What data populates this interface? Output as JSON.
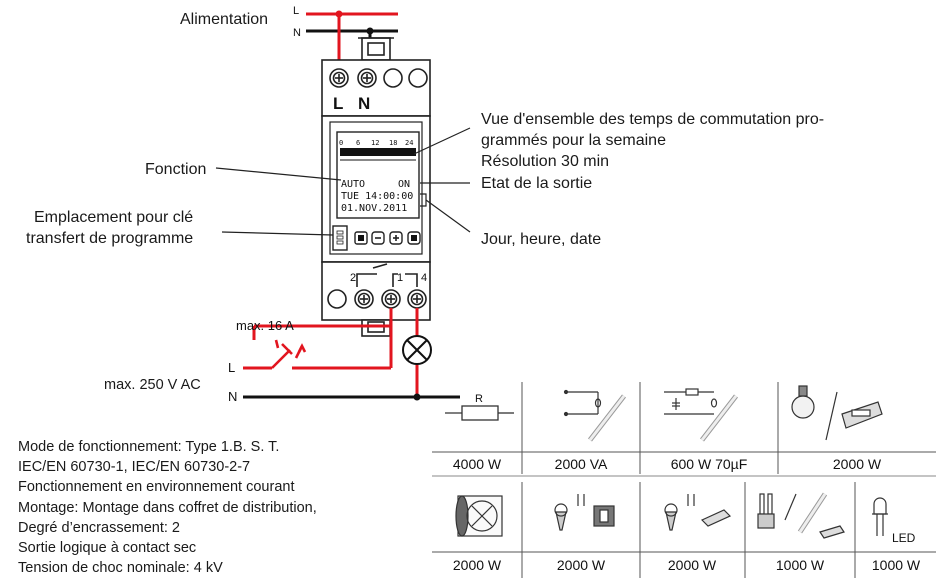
{
  "labels": {
    "supply": "Alimentation",
    "L": "L",
    "N": "N",
    "terminal_L": "L",
    "terminal_N": "N",
    "overview_1": "Vue d'ensemble des temps de commutation pro-",
    "overview_2": "grammés pour la semaine",
    "resolution": "Résolution 30 min",
    "output_state": "Etat de la sortie",
    "function": "Fonction",
    "key_slot_1": "Emplacement pour clé",
    "key_slot_2": "transfert de programme",
    "day_time_date": "Jour, heure, date",
    "max_current": "max. 16 A",
    "max_voltage": "max. 250 V AC",
    "load_L": "L",
    "load_N": "N"
  },
  "display": {
    "scale": [
      "0",
      "6",
      "12",
      "18",
      "24"
    ],
    "line1_left": "AUTO",
    "line1_right": "ON",
    "line2": "TUE 14:00:00",
    "line3": "01.NOV.2011"
  },
  "relay_terminals": [
    "2",
    "1",
    "4"
  ],
  "specs": [
    "Mode de fonctionnement: Type 1.B. S. T.",
    "IEC/EN 60730-1, IEC/EN 60730-2-7",
    "Fonctionnement en environnement courant",
    "Montage: Montage dans coffret de distribution,",
    "Degré d’encrassement: 2",
    "Sortie logique à contact sec",
    "Tension de choc nominale: 4 kV"
  ],
  "load_table": {
    "row1": [
      {
        "icon": "resistor-icon",
        "symbol": "R",
        "value": "4000 W"
      },
      {
        "icon": "fluorescent-tube-icon",
        "value": "2000 VA"
      },
      {
        "icon": "compensated-fluorescent-icon",
        "value": "600 W  70µF"
      },
      {
        "icon": "incandescent-halogen-icon",
        "value": "2000 W"
      }
    ],
    "row2": [
      {
        "icon": "fan-motor-icon",
        "value": "2000 W"
      },
      {
        "icon": "halogen-transformer-icon",
        "value": "2000 W"
      },
      {
        "icon": "halogen-electronic-transformer-icon",
        "value": "2000 W"
      },
      {
        "icon": "compact-fluorescent-icon",
        "value": "1000 W"
      },
      {
        "icon": "led-icon",
        "symbol": "LED",
        "value": "1000 W"
      }
    ]
  }
}
